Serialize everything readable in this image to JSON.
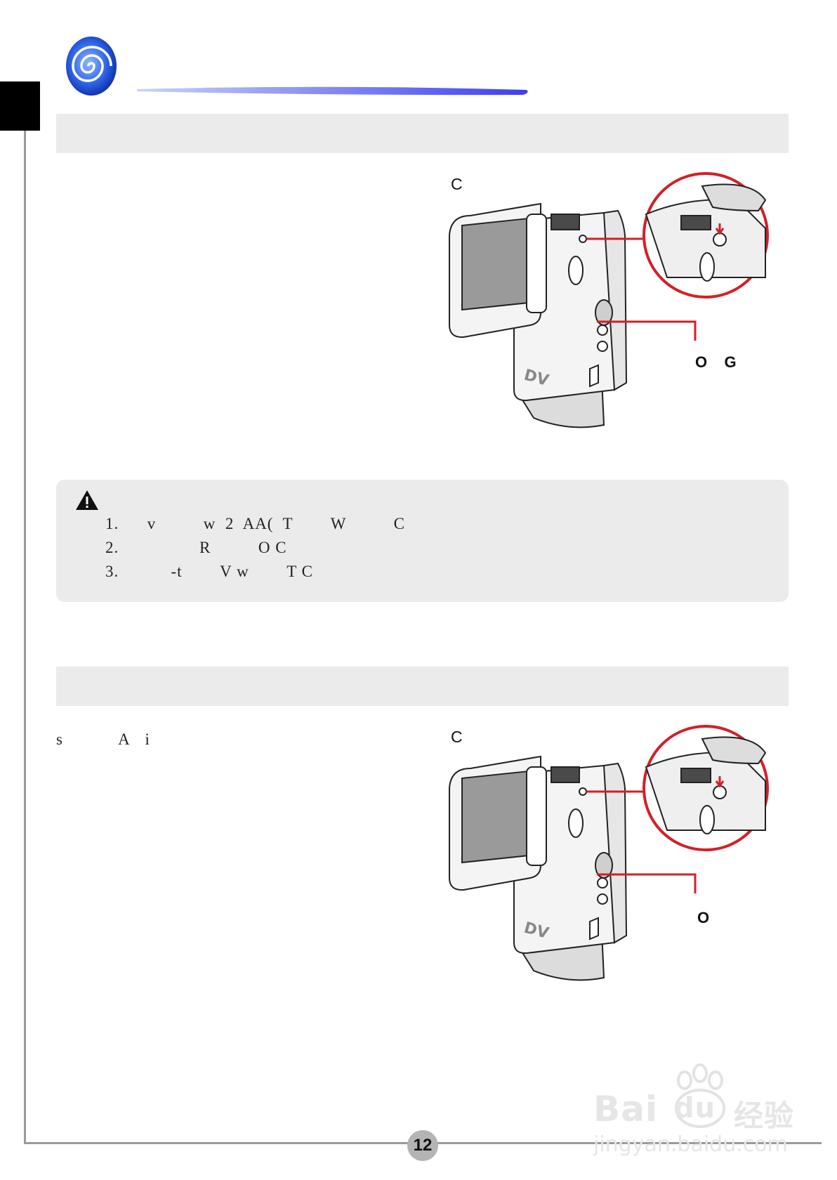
{
  "figures": [
    {
      "label": "C",
      "callout": "O    G"
    },
    {
      "label": "C",
      "callout": "O"
    }
  ],
  "note": {
    "icon": "warning-icon",
    "items": [
      "1.      v          w  2  AA(  T        W          C",
      "2.                 R          O C",
      "3.           -t        V w        T C"
    ]
  },
  "section2": {
    "text": "s              A    i"
  },
  "page_number": "12",
  "watermark": {
    "main": "Bai",
    "paw_text": "du",
    "chinese": "经验",
    "url": "jingyan.baidu.com"
  },
  "colors": {
    "accent_red": "#d41f26",
    "logo_blue": "#1f4fd6",
    "band_gray": "#ebebeb"
  }
}
